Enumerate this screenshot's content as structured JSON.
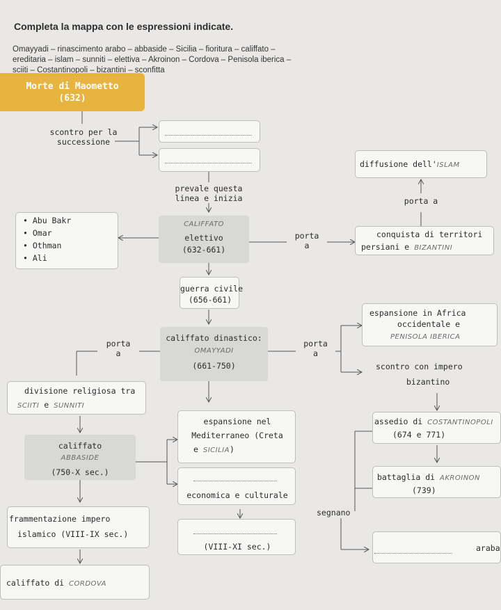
{
  "title": "Completa la mappa con le espressioni indicate.",
  "word_list": [
    "Omayyadi – rinascimento arabo – abbaside – Sicilia – fioritura – califfato –",
    "ereditaria – islam – sunniti – elettiva – Akroinon – Cordova – Penisola iberica –",
    "sciiti – Costantinopoli – bizantini – sconfitta"
  ],
  "start": {
    "line1": "Morte di Maometto",
    "line2": "(632)"
  },
  "scontro": {
    "line1": "scontro per la",
    "line2": "successione"
  },
  "prevale": {
    "line1": "prevale questa",
    "line2": "linea e inizia"
  },
  "califfi": [
    "Abu Bakr",
    "Omar",
    "Othman",
    "Ali"
  ],
  "califfato_elettivo": {
    "answer": "CALIFFATO",
    "line2": "elettivo",
    "line3": "(632-661)"
  },
  "porta_a": {
    "line1": "porta",
    "line2": "a"
  },
  "conquista": {
    "line1": "conquista di territori",
    "line2": "persiani e",
    "answer": "BIZANTINI"
  },
  "porta_a_up": "porta a",
  "diffusione": {
    "text": "diffusione dell'",
    "answer": "ISLAM"
  },
  "guerra_civile": {
    "line1": "guerra civile",
    "line2": "(656-661)"
  },
  "califfato_dinastico": {
    "line1": "califfato dinastico:",
    "answer": "OMAYYADI",
    "line3": "(661-750)"
  },
  "espansione_africa": {
    "line1": "espansione in Africa",
    "line2": "occidentale e",
    "answer": "PENISOLA IBERICA"
  },
  "scontro_impero": {
    "line1": "scontro con impero",
    "line2": "bizantino"
  },
  "divisione": {
    "line1": "divisione religiosa tra",
    "answer1": "SCIITI",
    "connector": "e",
    "answer2": "SUNNITI"
  },
  "espansione_med": {
    "line1": "espansione nel",
    "line2": "Mediterraneo (Creta",
    "line3_prefix": "e",
    "answer": "SICILIA",
    "line3_suffix": ")"
  },
  "califfato_abbaside": {
    "line1": "califfato",
    "answer": "ABBASIDE",
    "line3": "(750-X sec.)"
  },
  "assedio": {
    "line1_prefix": "assedio di",
    "answer": "COSTANTINOPOLI",
    "line2": "(674 e 771)"
  },
  "battaglia": {
    "line1_prefix": "battaglia di",
    "answer": "AKROINON",
    "line2": "(739)"
  },
  "economica": {
    "line1": "economica e culturale"
  },
  "frammentazione": {
    "line1": "frammentazione impero",
    "line2": "islamico (VIII-IX sec.)"
  },
  "viii_xi": {
    "line1": "(VIII-XI sec.)"
  },
  "segnano": "segnano",
  "araba": "araba",
  "califfato_di": {
    "prefix": "califfato di",
    "answer": "CORDOVA"
  }
}
